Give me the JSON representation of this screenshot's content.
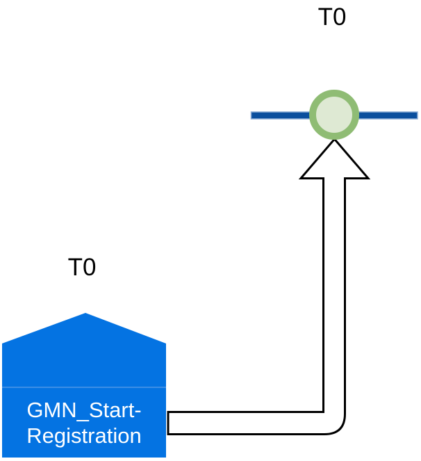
{
  "diagram": {
    "timeline": {
      "label": "T0",
      "line_color": "#0B4F9E",
      "line_border_color": "#8DADD6"
    },
    "marker_circle": {
      "ring_color": "#8FBC74",
      "fill_color": "#DEE9D3"
    },
    "flow_arrow": {
      "fill_color": "#FFFFFF",
      "outline_color": "#000000"
    },
    "transition": {
      "label": "T0",
      "name_line1": "GMN_Start-",
      "name_line2": "Registration",
      "fill_color": "#0473E2",
      "seam_color": "#4F97E6",
      "text_color": "#FFFFFF"
    },
    "background_color": "#FFFFFF"
  }
}
